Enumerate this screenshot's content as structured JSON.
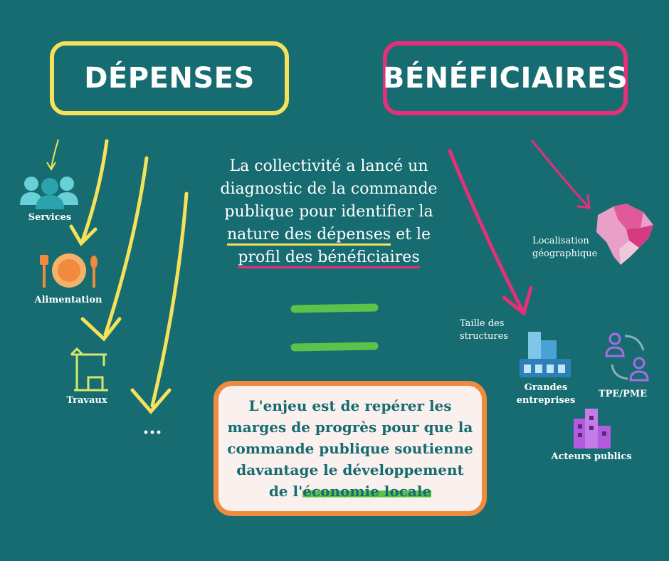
{
  "titles": {
    "depenses": "DÉPENSES",
    "beneficiaires": "BÉNÉFICIAIRES"
  },
  "intro": {
    "part1": "La collectivité a lancé un diagnostic de la commande publique pour identifier la ",
    "highlight1": "nature des dépenses",
    "part2": " et le ",
    "highlight2": "profil des bénéficiaires"
  },
  "depenses_items": {
    "services": "Services",
    "alimentation": "Alimentation",
    "travaux": "Travaux",
    "more": "..."
  },
  "beneficiaires_items": {
    "localisation": "Localisation géographique",
    "taille": "Taille des structures",
    "grandes": "Grandes entreprises",
    "tpe": "TPE/PME",
    "acteurs": "Acteurs publics"
  },
  "enjeu": {
    "text_before": "L'enjeu est de repérer les marges de progrès pour que la commande publique soutienne davantage le développement de l'",
    "highlight": "économie locale"
  },
  "colors": {
    "background": "#166c70",
    "yellow": "#f5e25a",
    "pink": "#e52f78",
    "orange": "#f08a3c",
    "green": "#5bc24a",
    "purple": "#b25be0"
  }
}
